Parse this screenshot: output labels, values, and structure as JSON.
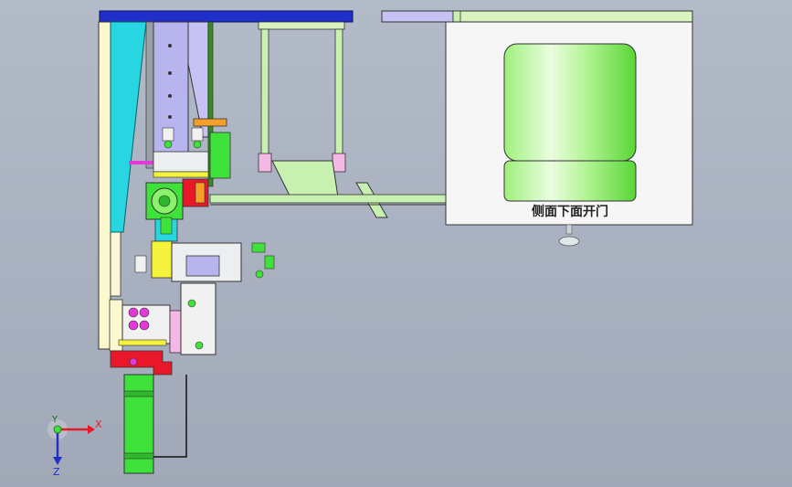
{
  "drawing": {
    "caption_label": "侧面下面开门",
    "colors": {
      "background": "#aab2c1",
      "frame_blue": "#1f2fc8",
      "light_green": "#c8f0b0",
      "bright_green": "#3fe23a",
      "cyan": "#27d6e0",
      "lavender": "#b8b4ee",
      "yellow": "#f4f23a",
      "red": "#e8172a",
      "orange": "#f2a02a",
      "magenta": "#e23ad6",
      "pink": "#f2b8e6",
      "white_panel": "#f6f6f6"
    }
  },
  "triad": {
    "x_label": "X",
    "y_label": "Y",
    "z_label": "Z"
  }
}
